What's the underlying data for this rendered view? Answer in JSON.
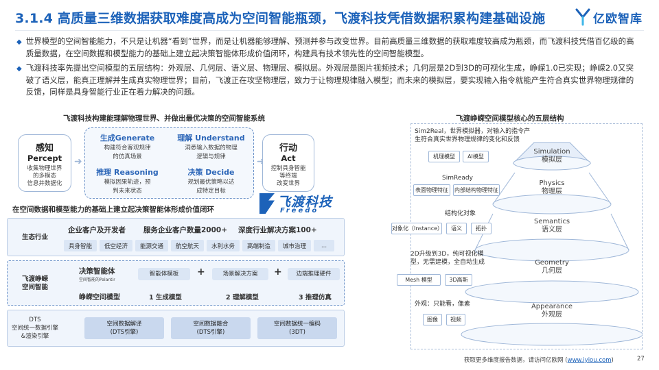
{
  "header": {
    "title": "3.1.4 高质量三维数据获取难度高成为空间智能瓶颈，飞渡科技凭借数据积累构建基础设施",
    "logo_text": "亿欧智库"
  },
  "bullets": [
    "世界模型的空间智能能力，不只是让机器“看到”世界，而是让机器能够理解、预测并参与改变世界。目前高质量三维数据的获取难度较高成为瓶颈，而飞渡科技凭借百亿级的高质量数据，在空间数据和模型能力的基础上建立起决策智能体形成价值闭环，构建具有技术领先性的空间智能模型。",
    "飞渡科技率先提出空间模型的五层结构：外观层、几何层、语义层、物理层、模拟层。外观层是图片视频技术；几何层是2D到3D的可视化生成，峥嵘1.0已实现；峥嵘2.0又突破了语义层，能真正理解并生成真实物理世界；目前，飞渡正在攻坚物理层，致力于让物理规律融入模型；而未来的模拟层，要实现输入指令就能产生符合真实世界物理规律的反馈，同样是具身智能行业正在着力解决的问题。"
  ],
  "left": {
    "title": "飞渡科技构建能理解物理世界、并做出最优决策的空间智能系统",
    "percept": {
      "zh": "感知",
      "en": "Percept",
      "desc": [
        "收集物理世界",
        "的多模态",
        "信息并数据化"
      ]
    },
    "act": {
      "zh": "行动",
      "en": "Act",
      "desc": [
        "控制具身智能",
        "等终端",
        "改变世界"
      ]
    },
    "generate": {
      "title": "生成Generate",
      "desc": [
        "构建符合客观规律",
        "的仿真场景"
      ]
    },
    "understand": {
      "title": "理解 Understand",
      "desc": [
        "洞悉输入数据的物理",
        "逻辑与规律"
      ]
    },
    "reasoning": {
      "title": "推理 Reasoning",
      "desc": [
        "模拟因果轨迹，预",
        "判未来状态"
      ]
    },
    "decide": {
      "title": "决策 Decide",
      "desc": [
        "规划最优策略以达",
        "成特定目标"
      ]
    },
    "subtitle": "在空间数据和模型能力的基础上建立起决策智能体形成价值闭环",
    "brand": "飞渡科技",
    "brand_en": "Freedo",
    "eco": {
      "label": "生态行业",
      "heads": [
        "企业客户及开发者",
        "服务企业客户数量2000+",
        "深度行业解决方案100+"
      ],
      "tags": [
        "具身智能",
        "低空经济",
        "能源交通",
        "航空航天",
        "水利水务",
        "高端制造",
        "城市治理",
        "..."
      ]
    },
    "model": {
      "label": [
        "飞渡峥嵘",
        "空间智能"
      ],
      "agent_title": "决策智能体",
      "agent_sub": "空间智能的Palantir",
      "modules": [
        "智能体模板",
        "场景解决方案",
        "边端推理硬件"
      ],
      "plus": "+",
      "model_title": "峥嵘空间模型",
      "steps": [
        "1 生成模型",
        "2 理解模型",
        "3 推理仿真"
      ]
    },
    "dts": {
      "label": [
        "DTS",
        "空间统一数据引擎",
        "&渲染引擎"
      ],
      "modules": [
        [
          "空间数据解译",
          "(DTS引擎)"
        ],
        [
          "空间数据融合",
          "(DTS引擎)"
        ],
        [
          "空间数据统一编码",
          "(3DT)"
        ]
      ]
    }
  },
  "right": {
    "title": "飞渡峥嵘空间模型核心的五层结构",
    "layers": [
      {
        "en": "Simulation",
        "zh": "模拟层"
      },
      {
        "en": "Physics",
        "zh": "物理层"
      },
      {
        "en": "Semantics",
        "zh": "语义层"
      },
      {
        "en": "Geometry",
        "zh": "几何层"
      },
      {
        "en": "Appearance",
        "zh": "外观层"
      }
    ],
    "notes": [
      [
        "Sim2Real，世界模拟器，对输入的指令产",
        "生符合真实世界物理规律的变化和反馈"
      ],
      [
        "SimReady"
      ],
      [
        "结构化对象"
      ],
      [
        "2D升级到3D，纯可视化模",
        "型，无需建模，全自动生成"
      ],
      [
        "外观：只能看，像素"
      ]
    ],
    "chips": [
      [
        "机理模型",
        "AI模型"
      ],
      [
        "表面物理特征",
        "内部结构物理特征"
      ],
      [
        "对象化（Instance）",
        "语义",
        "拓扑"
      ],
      [
        "Mesh 模型",
        "3D高斯"
      ],
      [
        "图像",
        "视频"
      ]
    ]
  },
  "footer": {
    "text": "获取更多维度报告数据，请访问亿欧网 (",
    "link": "www.iyiou.com",
    "close": ")",
    "page": "27"
  },
  "colors": {
    "accent": "#1c62b9",
    "panel": "#f0f5fc",
    "tag": "#dbe6f5"
  }
}
